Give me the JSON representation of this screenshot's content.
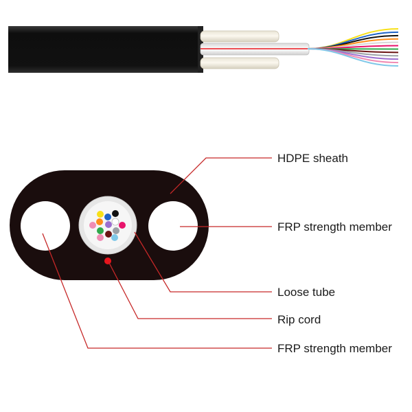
{
  "labels": {
    "hdpe_sheath": "HDPE sheath",
    "frp_strength_member_right": "FRP strength member",
    "loose_tube": "Loose tube",
    "rip_cord": "Rip cord",
    "frp_strength_member_left": "FRP strength member"
  },
  "colors": {
    "sheath": "#1a0d0d",
    "leader_line": "#c62828",
    "rip_cord": "#e8141c",
    "frp_member": "#ffffff",
    "loose_tube": "#e6e6e6",
    "fibers": [
      "#f7e018",
      "#1e63c8",
      "#111111",
      "#ff8c1a",
      "#ffffff",
      "#e8146c",
      "#2ea84a",
      "#6b1414",
      "#9aa0a6",
      "#9b6fd0",
      "#f08cb4",
      "#7fc8e8"
    ]
  }
}
